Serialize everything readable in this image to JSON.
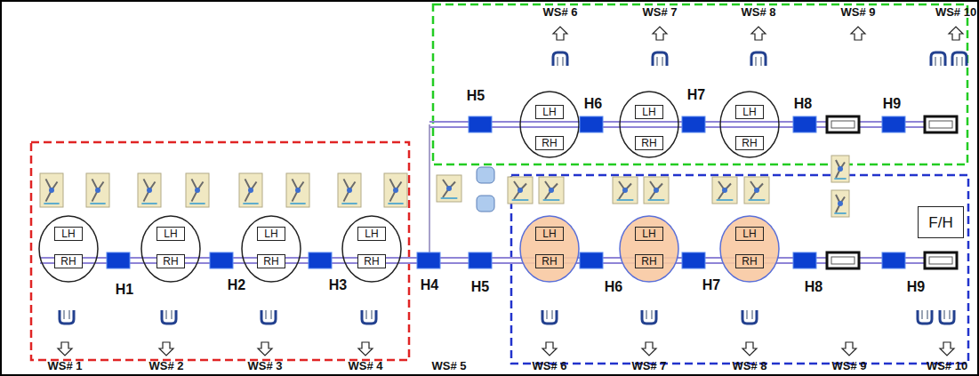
{
  "diagram": {
    "nodes": [
      {
        "text": [
          "LH"
        ]
      },
      {
        "text": [
          "RH"
        ]
      },
      {
        "text": [
          "LH"
        ]
      },
      {
        "text": [
          "RH"
        ]
      },
      {
        "text": [
          "LH"
        ]
      },
      {
        "text": [
          "RH"
        ]
      },
      {
        "text": [
          "F/H"
        ]
      },
      {
        "text": [
          "LH"
        ]
      },
      {
        "text": [
          "RH"
        ]
      },
      {
        "text": [
          "LH"
        ]
      },
      {
        "text": [
          "RH"
        ]
      },
      {
        "text": [
          "LH"
        ]
      },
      {
        "text": [
          "RH"
        ]
      },
      {
        "text": [
          "LH"
        ]
      },
      {
        "text": [
          "RH"
        ]
      },
      {
        "text": [
          "LH"
        ]
      },
      {
        "text": [
          "RH"
        ]
      },
      {
        "text": [
          "LH"
        ]
      },
      {
        "text": [
          "RH"
        ]
      },
      {
        "text": [
          "LH"
        ]
      },
      {
        "text": [
          "RH"
        ]
      }
    ],
    "labels": [
      "WS# 6",
      "WS# 7",
      "WS# 8",
      "WS# 9",
      "WS# 10",
      "H5",
      "H6",
      "H7",
      "H8",
      "H9",
      "H1",
      "H2",
      "H3",
      "H4",
      "H5",
      "H6",
      "H7",
      "H8",
      "H9",
      "WS# 1",
      "WS# 2",
      "WS# 3",
      "WS# 4",
      "WS# 5",
      "WS# 6",
      "WS# 7",
      "WS# 8",
      "WS# 9",
      "WS# 10"
    ]
  }
}
